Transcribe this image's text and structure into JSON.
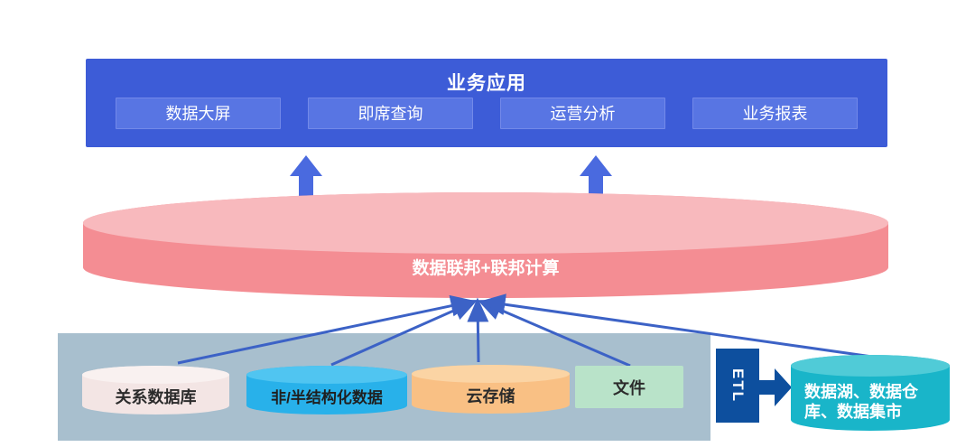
{
  "top_section": {
    "title": "业务应用",
    "apps": [
      {
        "label": "数据大屏"
      },
      {
        "label": "即席查询"
      },
      {
        "label": "运营分析"
      },
      {
        "label": "业务报表"
      }
    ]
  },
  "federation_layer": {
    "label": "数据联邦+联邦计算"
  },
  "sources_panel": {
    "items": [
      {
        "label": "关系数据库",
        "shape": "cylinder",
        "color": "#f3e5e4"
      },
      {
        "label": "非/半结构化数据",
        "shape": "cylinder",
        "color": "#28b1ea"
      },
      {
        "label": "云存储",
        "shape": "cylinder",
        "color": "#f9c084"
      },
      {
        "label": "文件",
        "shape": "rectangle",
        "color": "#b9e3c9"
      }
    ]
  },
  "etl": {
    "label": "ETL"
  },
  "warehouse": {
    "label_line1": "数据湖、数据仓",
    "label_line2": "库、数据集市"
  },
  "colors": {
    "app_container": "#3d5cd7",
    "app_box": "#5875e3",
    "federation_top": "#f8b9bd",
    "federation_body": "#f48d93",
    "panel": "#a8bfce",
    "connector": "#3c62c6",
    "up_arrow": "#4a6adf",
    "etl": "#0d4f9e",
    "warehouse_body": "#19b5c9",
    "warehouse_top": "#50cbd7"
  }
}
